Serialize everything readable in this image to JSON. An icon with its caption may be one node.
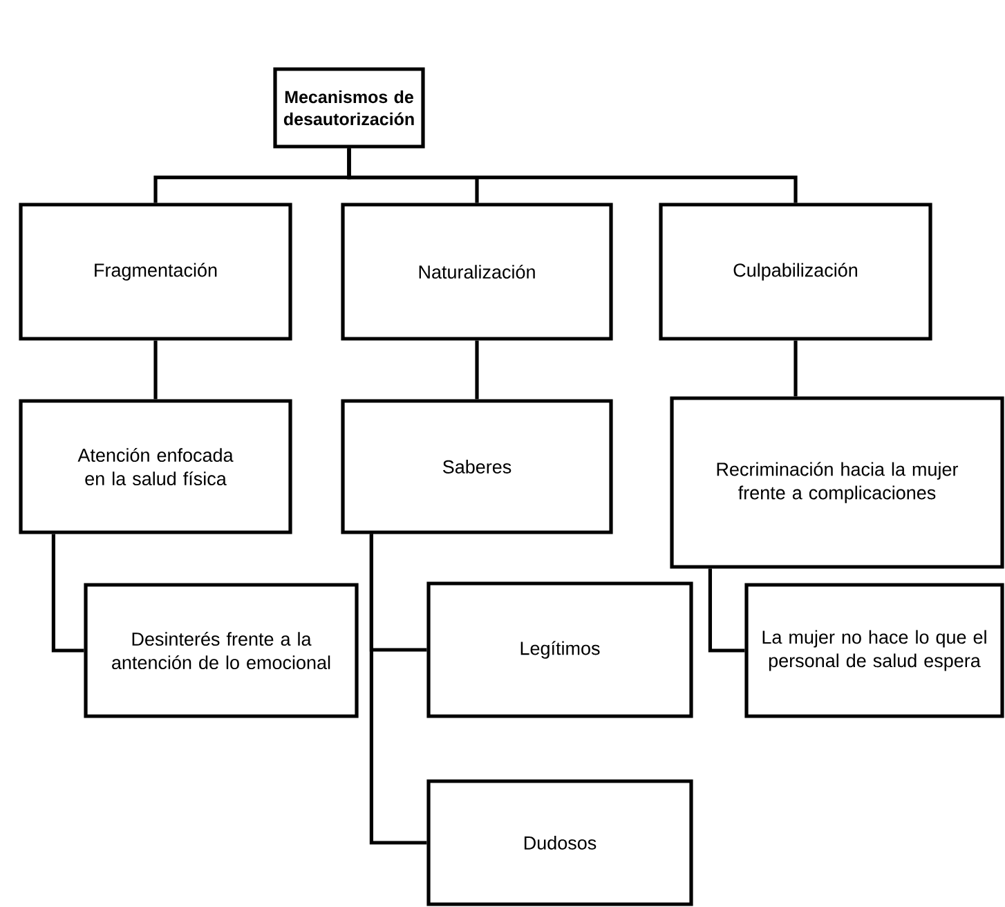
{
  "diagram": {
    "nodes": [
      {
        "text": [
          "Mecanismos de desautorización"
        ]
      },
      {
        "text": [
          "Fragmentación"
        ]
      },
      {
        "text": [
          "Naturalización"
        ]
      },
      {
        "text": [
          "Culpabilización"
        ]
      },
      {
        "text": [
          "Atención enfocada en la salud física"
        ]
      },
      {
        "text": [
          "Saberes"
        ]
      },
      {
        "text": [
          "Recriminación hacia la mujer frente a complicaciones"
        ]
      },
      {
        "text": [
          "Desinterés frente a la antención de lo emocional"
        ]
      },
      {
        "text": [
          "Legítimos"
        ]
      },
      {
        "text": [
          "Dudosos"
        ]
      },
      {
        "text": [
          "La mujer no hace lo que el personal de salud espera"
        ]
      }
    ],
    "edges": [
      {
        "from": 0,
        "to": 1,
        "arrow": "none"
      },
      {
        "from": 0,
        "to": 2,
        "arrow": "none"
      },
      {
        "from": 0,
        "to": 3,
        "arrow": "none"
      },
      {
        "from": 1,
        "to": 4,
        "arrow": "none"
      },
      {
        "from": 2,
        "to": 5,
        "arrow": "none"
      },
      {
        "from": 3,
        "to": 6,
        "arrow": "none"
      },
      {
        "from": 4,
        "to": 7,
        "arrow": "none"
      },
      {
        "from": 5,
        "to": 8,
        "arrow": "none"
      },
      {
        "from": 5,
        "to": 9,
        "arrow": "none"
      },
      {
        "from": 6,
        "to": 10,
        "arrow": "none"
      }
    ]
  }
}
